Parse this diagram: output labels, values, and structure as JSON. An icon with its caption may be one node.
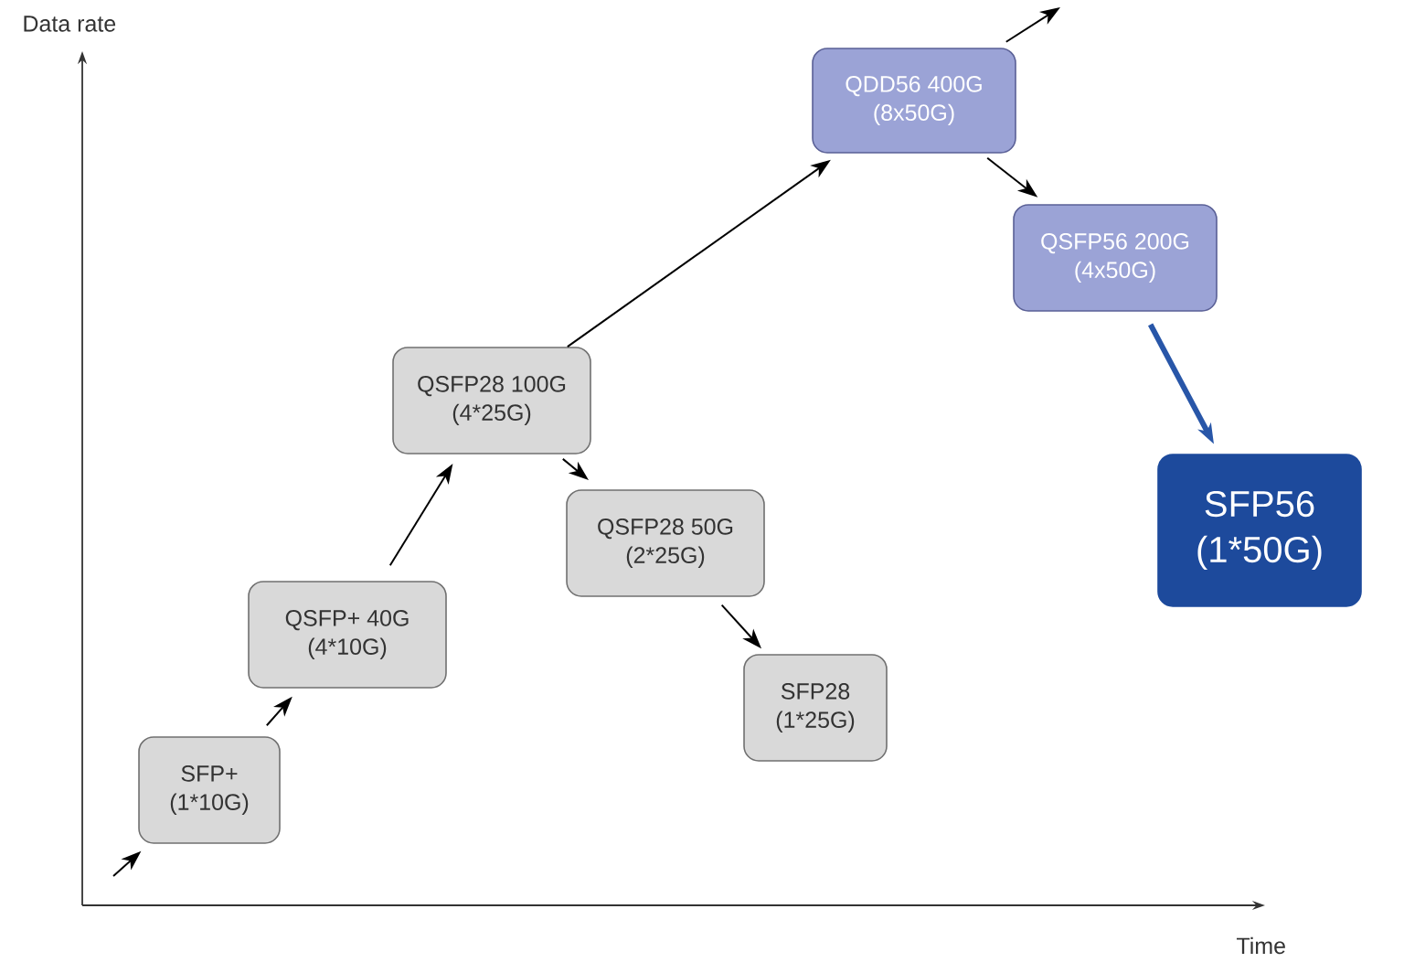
{
  "diagram": {
    "nodes": [
      {
        "text": [
          "SFP+",
          "(1*10G)"
        ]
      },
      {
        "text": [
          "QSFP+ 40G",
          "(4*10G)"
        ]
      },
      {
        "text": [
          "QSFP28 100G",
          "(4*25G)"
        ]
      },
      {
        "text": [
          "QSFP28 50G",
          "(2*25G)"
        ]
      },
      {
        "text": [
          "SFP28",
          "(1*25G)"
        ]
      },
      {
        "text": [
          "QDD56 400G",
          "(8x50G)"
        ]
      },
      {
        "text": [
          "QSFP56 200G",
          "(4x50G)"
        ]
      },
      {
        "text": [
          "SFP56",
          "(1*50G)"
        ]
      }
    ],
    "edges": [
      {
        "from": null,
        "to": 0,
        "arrow": "to"
      },
      {
        "from": 0,
        "to": 1,
        "arrow": "to"
      },
      {
        "from": 1,
        "to": 2,
        "arrow": "to"
      },
      {
        "from": 2,
        "to": 3,
        "arrow": "to"
      },
      {
        "from": 3,
        "to": 4,
        "arrow": "to"
      },
      {
        "from": 2,
        "to": 5,
        "arrow": "to"
      },
      {
        "from": 5,
        "to": null,
        "arrow": "to"
      },
      {
        "from": 5,
        "to": 6,
        "arrow": "to"
      },
      {
        "from": 6,
        "to": 7,
        "arrow": "to",
        "style": "thick",
        "color": "#2856a8"
      }
    ],
    "labels": [
      "Data rate",
      "Time"
    ]
  }
}
